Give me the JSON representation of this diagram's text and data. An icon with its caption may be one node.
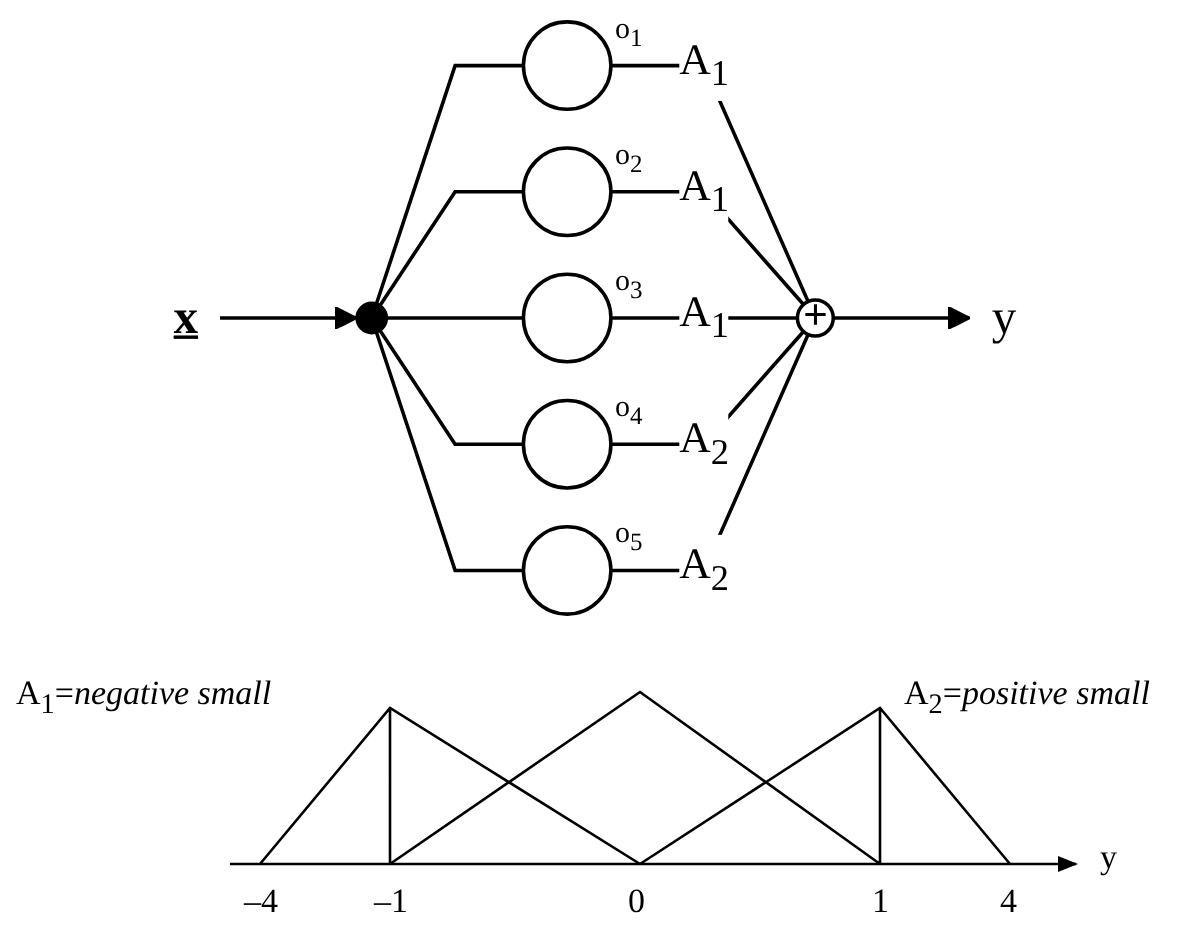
{
  "diagram": {
    "nodes": [
      {
        "text": [
          "x"
        ]
      },
      {
        "text": [],
        "shape": "circle"
      },
      {
        "text": [],
        "shape": "circle",
        "beside": [
          "o$_{1}$"
        ]
      },
      {
        "text": [],
        "shape": "circle",
        "beside": [
          "o$_{2}$"
        ]
      },
      {
        "text": [],
        "shape": "circle",
        "beside": [
          "o$_{3}$"
        ]
      },
      {
        "text": [],
        "shape": "circle",
        "beside": [
          "o$_{4}$"
        ]
      },
      {
        "text": [],
        "shape": "circle",
        "beside": [
          "o$_{5}$"
        ]
      },
      {
        "text": [
          "+"
        ]
      },
      {
        "text": [
          "y"
        ]
      }
    ],
    "edges": [
      {
        "from": 0,
        "to": 1,
        "arrow": "to"
      },
      {
        "from": 1,
        "to": 2,
        "arrow": "none"
      },
      {
        "from": 1,
        "to": 3,
        "arrow": "none"
      },
      {
        "from": 1,
        "to": 4,
        "arrow": "none"
      },
      {
        "from": 1,
        "to": 5,
        "arrow": "none"
      },
      {
        "from": 1,
        "to": 6,
        "arrow": "none"
      },
      {
        "from": 2,
        "to": 7,
        "arrow": "none",
        "label": "A$_{1}$"
      },
      {
        "from": 3,
        "to": 7,
        "arrow": "none",
        "label": "A$_{1}$"
      },
      {
        "from": 4,
        "to": 7,
        "arrow": "none",
        "label": "A$_{1}$"
      },
      {
        "from": 5,
        "to": 7,
        "arrow": "none",
        "label": "A$_{2}$"
      },
      {
        "from": 6,
        "to": 7,
        "arrow": "none",
        "label": "A$_{2}$"
      },
      {
        "from": 7,
        "to": 8,
        "arrow": "to"
      }
    ],
    "labels": [
      "A$_{1}$=*negative small*",
      "A$_{2}$=*positive small*",
      "–4",
      "–1",
      "0",
      "1",
      "4",
      "y"
    ]
  }
}
